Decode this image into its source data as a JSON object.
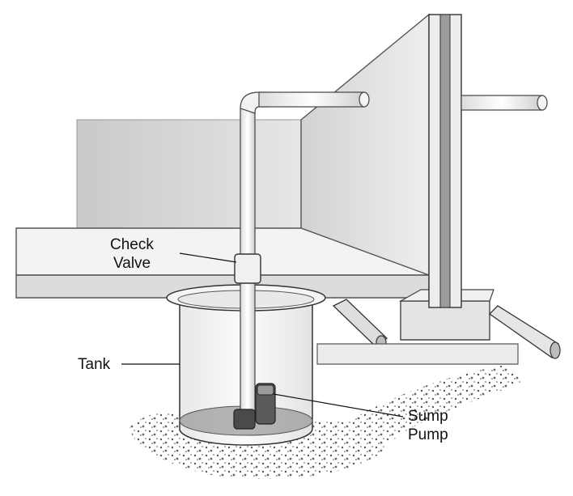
{
  "labels": {
    "check_valve_line1": "Check",
    "check_valve_line2": "Valve",
    "tank": "Tank",
    "sump_pump_line1": "Sump",
    "sump_pump_line2": "Pump"
  },
  "colors": {
    "background": "#ffffff",
    "pencil_dark": "#3a3a3a",
    "pencil_mid": "#8a8a8a",
    "pencil_light": "#d6d6d6",
    "water": "#8f8f8f"
  }
}
